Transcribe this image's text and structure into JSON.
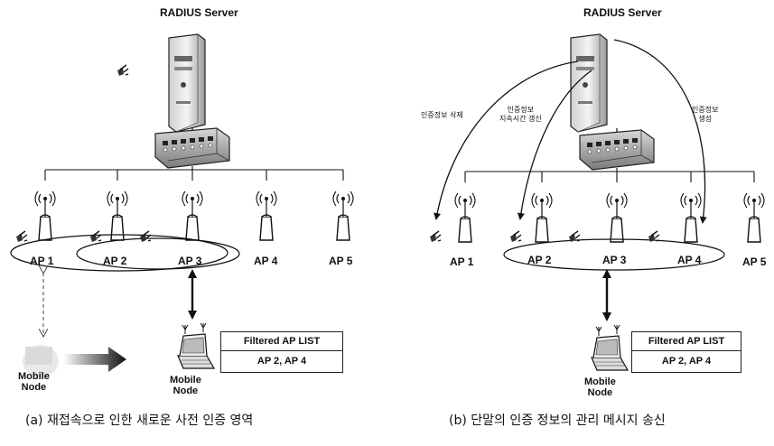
{
  "panel_a": {
    "server_label": "RADIUS Server",
    "aps": [
      "AP 1",
      "AP 2",
      "AP 3",
      "AP 4",
      "AP 5"
    ],
    "mobile_node_left": "Mobile\nNode",
    "mobile_node_right": "Mobile\nNode",
    "table_header": "Filtered AP LIST",
    "table_value": "AP 2, AP 4",
    "caption": "(a) 재접속으로 인한 새로운 사전 인증 영역"
  },
  "panel_b": {
    "server_label": "RADIUS Server",
    "aps": [
      "AP 1",
      "AP 2",
      "AP 3",
      "AP 4",
      "AP 5"
    ],
    "anno_delete": "인증정보 삭제",
    "anno_renew": "인증정보\n지속시간 갱신",
    "anno_create": "인증정보\n생성",
    "mobile_node": "Mobile\nNode",
    "table_header": "Filtered AP LIST",
    "table_value": "AP 2, AP 4",
    "caption": "(b) 단말의 인증 정보의 관리 메시지 송신"
  }
}
